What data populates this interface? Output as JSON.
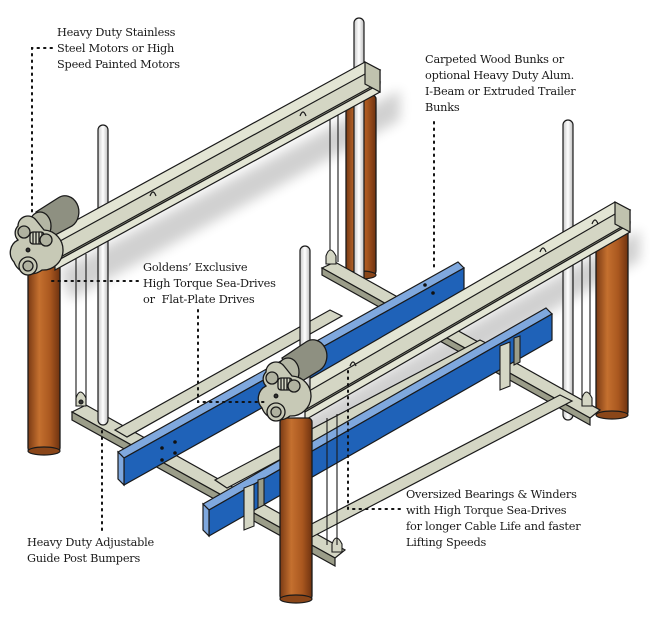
{
  "diagram": {
    "subject": "Boat lift frame with drive units, bunks, pilings and guide posts",
    "colors": {
      "frame": "#d4d6c4",
      "frame_shadow": "#8f917f",
      "bunk": "#1f62b8",
      "bunk_edge": "#7fa8de",
      "piling": "#b5602a",
      "piling_dark": "#7a3a14",
      "guide_post": "#f2f2f2",
      "outline": "#1a1a1a",
      "leader_dots": "#111111"
    },
    "callouts": [
      {
        "id": "motors",
        "lines": [
          "Heavy Duty Stainless",
          "Steel Motors or High",
          "Speed Painted Motors"
        ]
      },
      {
        "id": "bunks",
        "lines": [
          "Carpeted Wood Bunks or",
          "optional Heavy Duty Alum.",
          "I-Beam or Extruded Trailer",
          "Bunks"
        ]
      },
      {
        "id": "drives",
        "lines": [
          "Goldens’ Exclusive",
          "High Torque Sea-Drives",
          "or  Flat-Plate Drives"
        ]
      },
      {
        "id": "bearings",
        "lines": [
          "Oversized Bearings & Winders",
          "with High Torque Sea-Drives",
          "for longer Cable Life and faster",
          "Lifting Speeds"
        ]
      },
      {
        "id": "bumpers",
        "lines": [
          "Heavy Duty Adjustable",
          "Guide Post Bumpers"
        ]
      }
    ]
  }
}
